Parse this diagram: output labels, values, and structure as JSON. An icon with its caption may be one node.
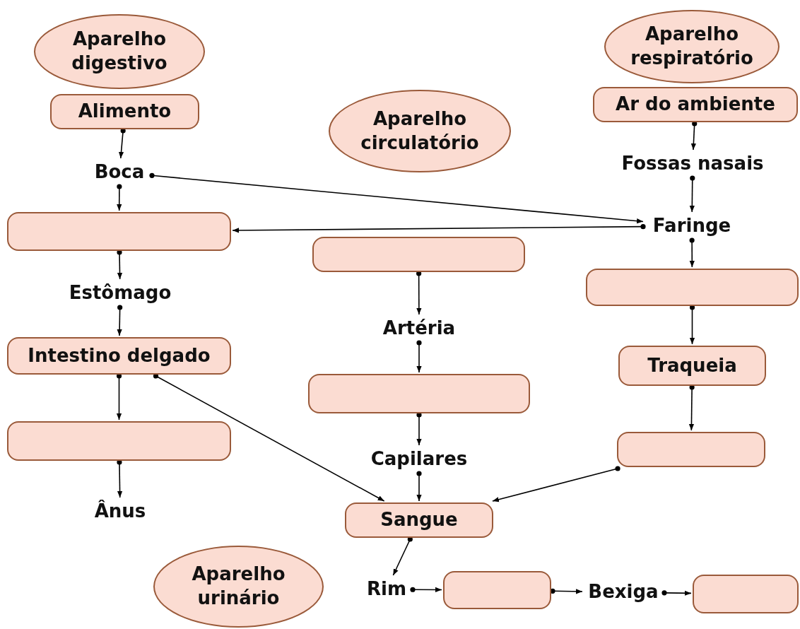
{
  "diagram": {
    "nodes": [
      {
        "text": [
          "Aparelho digestivo"
        ]
      },
      {
        "text": [
          "Aparelho respiratório"
        ]
      },
      {
        "text": [
          "Alimento"
        ]
      },
      {
        "text": [
          "Ar do ambiente"
        ]
      },
      {
        "text": [
          "Aparelho circulatório"
        ]
      },
      {
        "text": [
          "Boca"
        ]
      },
      {
        "text": [
          "Fossas nasais"
        ]
      },
      {
        "text": [],
        "shape": "box"
      },
      {
        "text": [
          "Faringe"
        ]
      },
      {
        "text": [],
        "shape": "box"
      },
      {
        "text": [],
        "shape": "box"
      },
      {
        "text": [
          "Estômago"
        ]
      },
      {
        "text": [
          "Artéria"
        ]
      },
      {
        "text": [
          "Intestino delgado"
        ]
      },
      {
        "text": [
          "Traqueia"
        ]
      },
      {
        "text": [],
        "shape": "box"
      },
      {
        "text": [],
        "shape": "box"
      },
      {
        "text": [],
        "shape": "box"
      },
      {
        "text": [
          "Capilares"
        ]
      },
      {
        "text": [
          "Ânus"
        ]
      },
      {
        "text": [
          "Sangue"
        ]
      },
      {
        "text": [
          "Aparelho urinário"
        ]
      },
      {
        "text": [
          "Rim"
        ]
      },
      {
        "text": [],
        "shape": "box"
      },
      {
        "text": [
          "Bexiga"
        ]
      },
      {
        "text": [],
        "shape": "box"
      }
    ],
    "edges": [
      {
        "from": 2,
        "to": 5,
        "arrow": "to"
      },
      {
        "from": 5,
        "to": 7,
        "arrow": "to"
      },
      {
        "from": 5,
        "to": 8,
        "arrow": "to"
      },
      {
        "from": 8,
        "to": 7,
        "arrow": "to"
      },
      {
        "from": 7,
        "to": 11,
        "arrow": "to"
      },
      {
        "from": 11,
        "to": 13,
        "arrow": "to"
      },
      {
        "from": 13,
        "to": 16,
        "arrow": "to"
      },
      {
        "from": 13,
        "to": 20,
        "arrow": "to"
      },
      {
        "from": 16,
        "to": 19,
        "arrow": "to"
      },
      {
        "from": 3,
        "to": 6,
        "arrow": "to"
      },
      {
        "from": 6,
        "to": 8,
        "arrow": "to"
      },
      {
        "from": 8,
        "to": 10,
        "arrow": "to"
      },
      {
        "from": 10,
        "to": 14,
        "arrow": "to"
      },
      {
        "from": 14,
        "to": 17,
        "arrow": "to"
      },
      {
        "from": 17,
        "to": 20,
        "arrow": "to"
      },
      {
        "from": 9,
        "to": 12,
        "arrow": "to"
      },
      {
        "from": 12,
        "to": 15,
        "arrow": "to"
      },
      {
        "from": 15,
        "to": 18,
        "arrow": "to"
      },
      {
        "from": 18,
        "to": 20,
        "arrow": "to"
      },
      {
        "from": 20,
        "to": 22,
        "arrow": "to"
      },
      {
        "from": 22,
        "to": 23,
        "arrow": "to"
      },
      {
        "from": 23,
        "to": 24,
        "arrow": "to"
      },
      {
        "from": 24,
        "to": 25,
        "arrow": "to"
      }
    ]
  }
}
